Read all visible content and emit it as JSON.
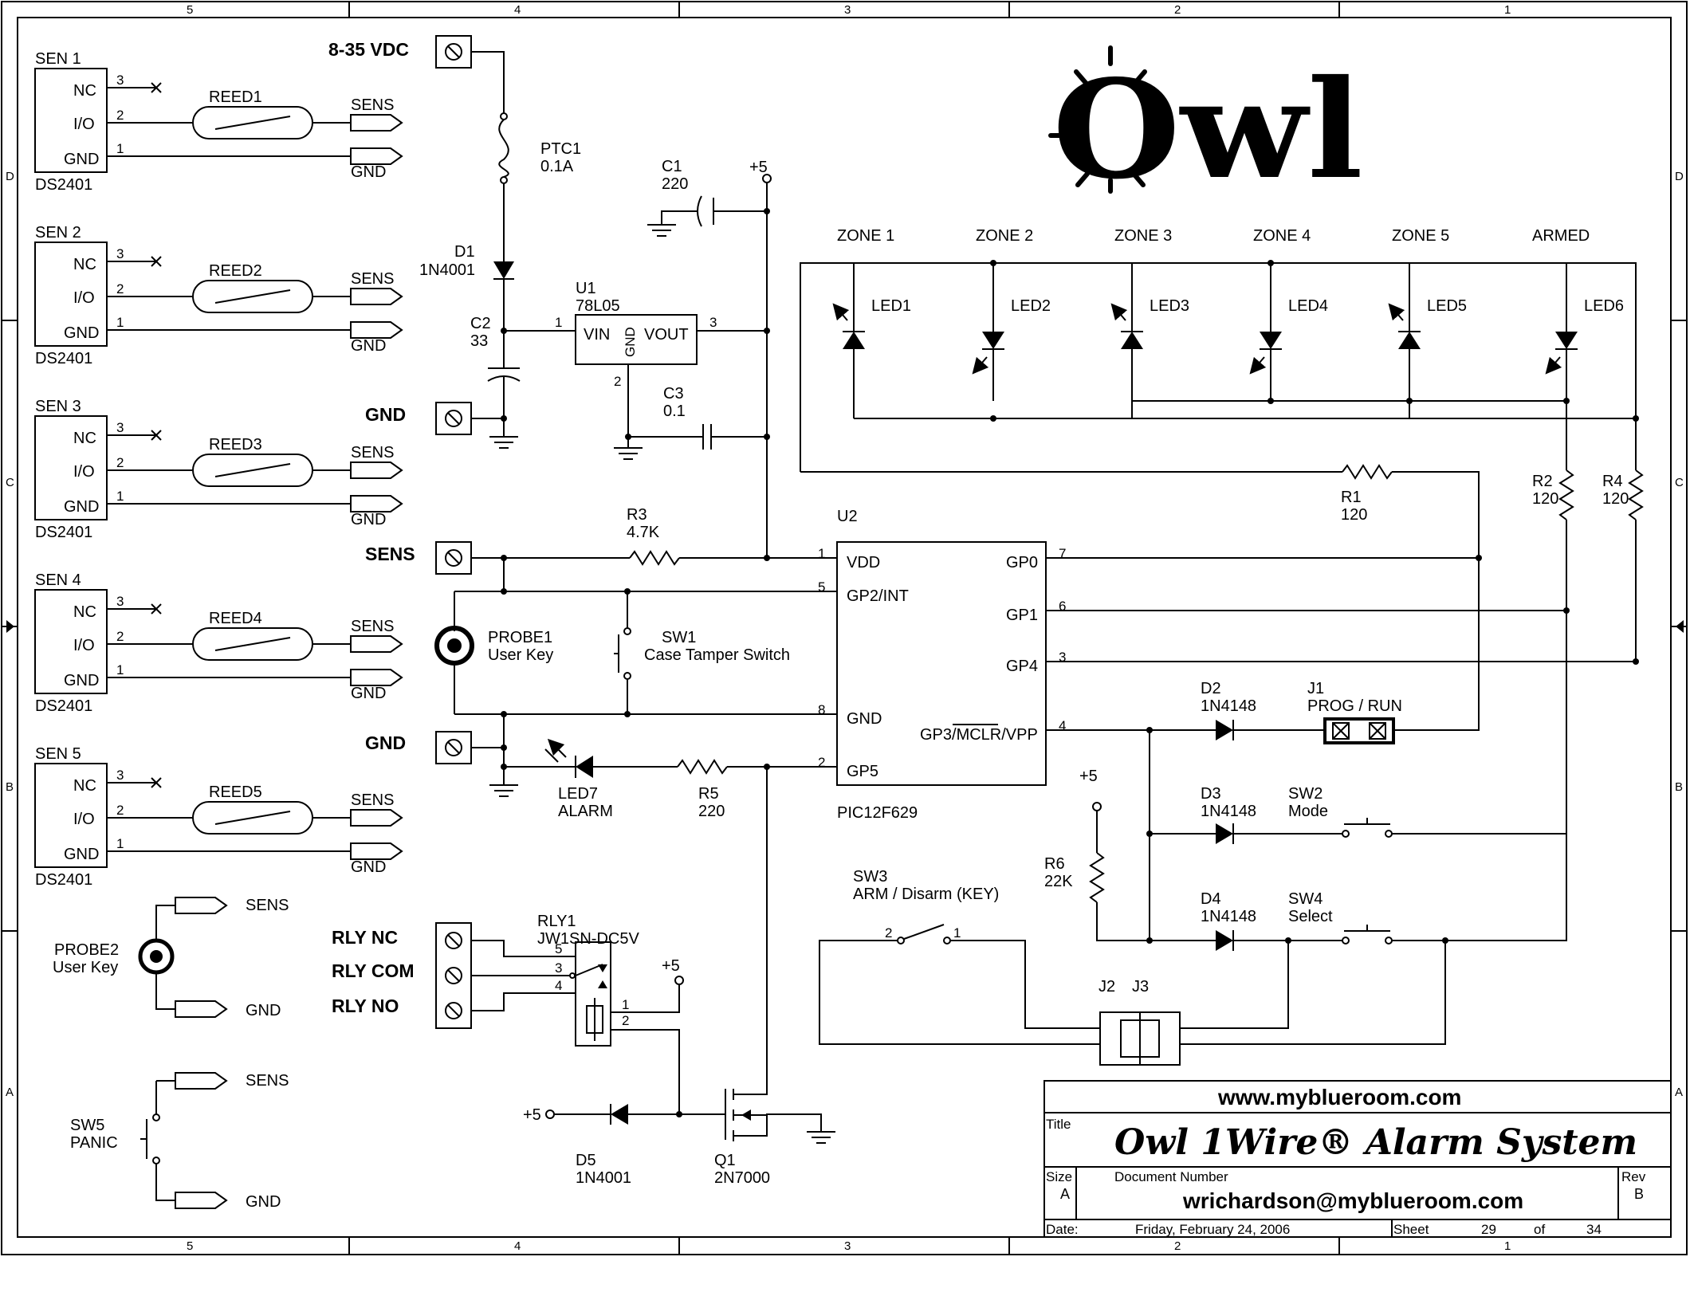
{
  "frame": {
    "columns": [
      "5",
      "4",
      "3",
      "2",
      "1"
    ],
    "rows": [
      "D",
      "C",
      "B",
      "A"
    ]
  },
  "logo": {
    "text": "Owl"
  },
  "power": {
    "input_label": "8-35 VDC",
    "gnd_label": "GND",
    "sens_label": "SENS",
    "gnd2_label": "GND"
  },
  "sensors": [
    {
      "name": "SEN 1",
      "reed": "REED1"
    },
    {
      "name": "SEN 2",
      "reed": "REED2"
    },
    {
      "name": "SEN 3",
      "reed": "REED3"
    },
    {
      "name": "SEN 4",
      "reed": "REED4"
    },
    {
      "name": "SEN 5",
      "reed": "REED5"
    }
  ],
  "sensor_common": {
    "part": "DS2401",
    "pin_nc": "NC",
    "pin_io": "I/O",
    "pin_gnd": "GND",
    "n3": "3",
    "n2": "2",
    "n1": "1",
    "out_sens": "SENS",
    "out_gnd": "GND"
  },
  "components": {
    "ptc1": {
      "ref": "PTC1",
      "value": "0.1A"
    },
    "d1": {
      "ref": "D1",
      "value": "1N4001"
    },
    "c1": {
      "ref": "C1",
      "value": "220"
    },
    "c2": {
      "ref": "C2",
      "value": "33"
    },
    "c3": {
      "ref": "C3",
      "value": "0.1"
    },
    "u1": {
      "ref": "U1",
      "value": "78L05",
      "vin": "VIN",
      "gnd": "GND",
      "vout": "VOUT",
      "p1": "1",
      "p2": "2",
      "p3": "3"
    },
    "vcc": "+5",
    "r3": {
      "ref": "R3",
      "value": "4.7K"
    },
    "u2": {
      "ref": "U2",
      "value": "PIC12F629",
      "pins_left": [
        {
          "num": "1",
          "name": "VDD"
        },
        {
          "num": "5",
          "name": "GP2/INT"
        },
        {
          "num": "8",
          "name": "GND"
        },
        {
          "num": "2",
          "name": "GP5"
        }
      ],
      "pins_right": [
        {
          "num": "7",
          "name": "GP0"
        },
        {
          "num": "6",
          "name": "GP1"
        },
        {
          "num": "3",
          "name": "GP4"
        },
        {
          "num": "4",
          "name": "GP3/MCLR/VPP"
        }
      ]
    },
    "probe1": {
      "ref": "PROBE1",
      "value": "User Key"
    },
    "sw1": {
      "ref": "SW1",
      "value": "Case Tamper Switch"
    },
    "led7": {
      "ref": "LED7",
      "value": "ALARM"
    },
    "r5": {
      "ref": "R5",
      "value": "220"
    },
    "r1": {
      "ref": "R1",
      "value": "120"
    },
    "r2": {
      "ref": "R2",
      "value": "120"
    },
    "r4": {
      "ref": "R4",
      "value": "120"
    },
    "r6": {
      "ref": "R6",
      "value": "22K"
    },
    "d2": {
      "ref": "D2",
      "value": "1N4148"
    },
    "d3": {
      "ref": "D3",
      "value": "1N4148"
    },
    "d4": {
      "ref": "D4",
      "value": "1N4148"
    },
    "d5": {
      "ref": "D5",
      "value": "1N4001"
    },
    "j1": {
      "ref": "J1",
      "value": "PROG / RUN"
    },
    "sw2": {
      "ref": "SW2",
      "value": "Mode"
    },
    "sw3": {
      "ref": "SW3",
      "value": "ARM / Disarm (KEY)",
      "p2": "2",
      "p1": "1"
    },
    "sw4": {
      "ref": "SW4",
      "value": "Select"
    },
    "j2": {
      "ref": "J2"
    },
    "j3": {
      "ref": "J3"
    },
    "rly1": {
      "ref": "RLY1",
      "value": "JW1SN-DC5V",
      "p5": "5",
      "p3": "3",
      "p4": "4",
      "p1": "1",
      "p2": "2"
    },
    "q1": {
      "ref": "Q1",
      "value": "2N7000"
    },
    "probe2": {
      "ref": "PROBE2",
      "value": "User Key",
      "sens": "SENS",
      "gnd": "GND"
    },
    "sw5": {
      "ref": "SW5",
      "value": "PANIC",
      "sens": "SENS",
      "gnd": "GND"
    }
  },
  "leds": [
    {
      "zone": "ZONE 1",
      "ref": "LED1"
    },
    {
      "zone": "ZONE 2",
      "ref": "LED2"
    },
    {
      "zone": "ZONE 3",
      "ref": "LED3"
    },
    {
      "zone": "ZONE 4",
      "ref": "LED4"
    },
    {
      "zone": "ZONE 5",
      "ref": "LED5"
    },
    {
      "zone": "ARMED",
      "ref": "LED6"
    }
  ],
  "relay_terms": {
    "nc": "RLY NC",
    "com": "RLY COM",
    "no": "RLY NO"
  },
  "title_block": {
    "website": "www.myblueroom.com",
    "title_label": "Title",
    "title": "Owl 1Wire® Alarm System",
    "size_label": "Size",
    "size": "A",
    "docnum_label": "Document Number",
    "docnum": "wrichardson@myblueroom.com",
    "rev_label": "Rev",
    "rev": "B",
    "date_label": "Date:",
    "date": "Friday, February 24, 2006",
    "sheet_label": "Sheet",
    "sheet": "29",
    "of_label": "of",
    "of": "34"
  }
}
